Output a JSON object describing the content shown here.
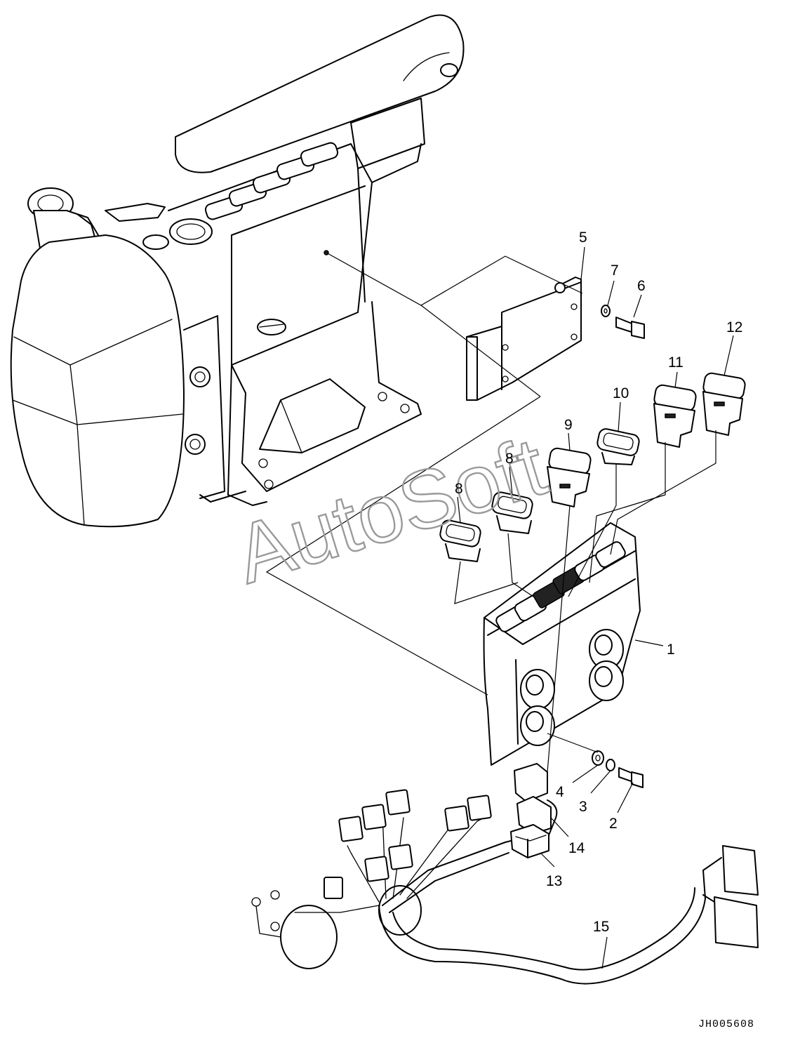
{
  "callouts": {
    "c1": "1",
    "c2": "2",
    "c3": "3",
    "c4": "4",
    "c5": "5",
    "c6": "6",
    "c7": "7",
    "c8a": "8",
    "c8b": "8",
    "c9": "9",
    "c10": "10",
    "c11": "11",
    "c12": "12",
    "c13": "13",
    "c14": "14",
    "c15": "15"
  },
  "watermark": "AutoSoft",
  "document_id": "JH005608"
}
